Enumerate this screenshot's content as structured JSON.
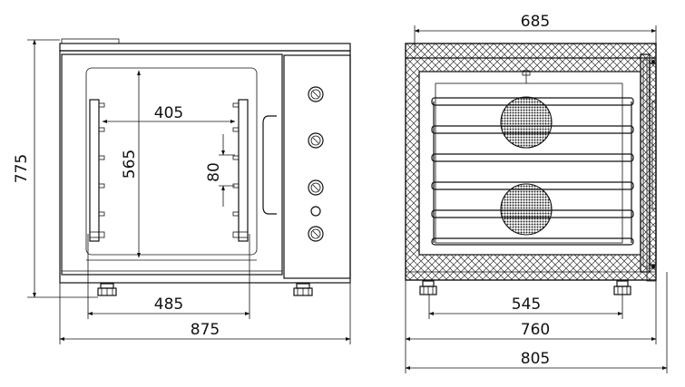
{
  "front_view": {
    "dimensions": {
      "height": "775",
      "inner_width": "405",
      "inner_height": "565",
      "rack_spacing": "80",
      "feet_spacing": "485",
      "overall_width": "875"
    }
  },
  "side_view": {
    "dimensions": {
      "top_depth": "685",
      "feet_spacing": "545",
      "body_depth": "760",
      "overall_depth": "805"
    }
  }
}
